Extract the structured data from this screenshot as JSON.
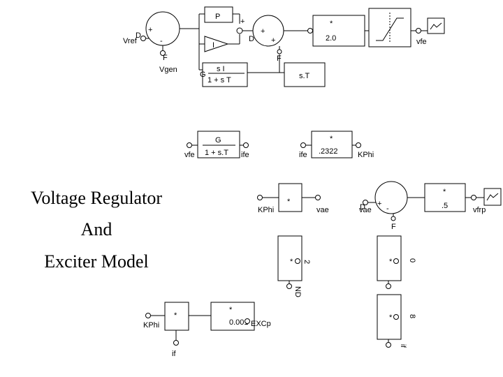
{
  "title": {
    "line1": "Voltage Regulator",
    "line2": "And",
    "line3": "Exciter Model"
  },
  "blocks": {
    "sum1": {
      "plus": "+",
      "minus": "-"
    },
    "p_block": "P",
    "i_block": "I",
    "sum2": {
      "plus1": "+",
      "plus2": "+"
    },
    "mult_top": {
      "op": "*",
      "gain": "2.0"
    },
    "washout": {
      "gain": "G",
      "num": "s I",
      "den": "1 + s T"
    },
    "st_block": "s.T",
    "lag": {
      "gain": "G",
      "den": "1 + s.T"
    },
    "mult_kphi": {
      "op": "*",
      "gain": ".2322"
    },
    "mult_vae": "*",
    "sum3": {
      "plus": "+",
      "minus": "-"
    },
    "mult_vfrp": {
      "op": "*",
      "gain": ".5"
    },
    "mult_nd": {
      "op": "*",
      "value": "2"
    },
    "mult_0": {
      "op": "*",
      "value": "0"
    },
    "mult_8": {
      "op": "*",
      "value": "8"
    },
    "mult_if": "*",
    "mult_excp": {
      "op": "*",
      "gain": "0.001"
    }
  },
  "labels": {
    "vref": "Vref",
    "d1": "D",
    "f1": "F",
    "vgen": "Vgen",
    "d2": "D",
    "f2": "F",
    "vfe_out": "vfe",
    "vfe_in": "vfe",
    "ife_out": "ife",
    "ife_in": "ife",
    "kphi_out": "KPhi",
    "kphi_in1": "KPhi",
    "vae_out": "vae",
    "vae_in": "vae",
    "d3": "D",
    "f3": "F",
    "vfrp": "vfrp",
    "nd": "ND",
    "kphi_in2": "KPhi",
    "if_in": "if",
    "if_small": "if",
    "excp": "EXCp"
  }
}
